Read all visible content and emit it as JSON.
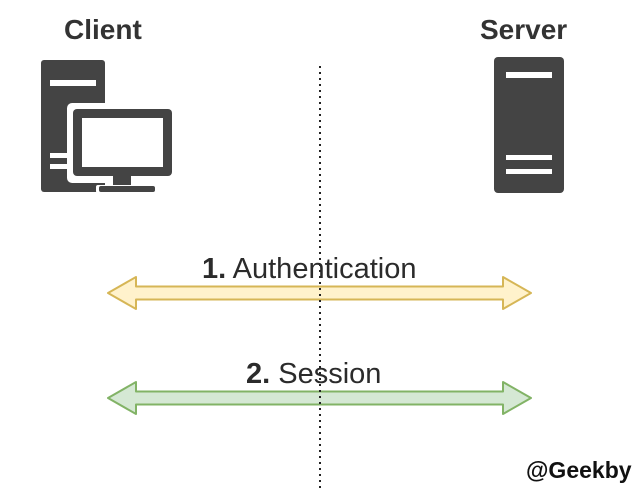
{
  "client": {
    "label": "Client",
    "icon": "desktop-computer-icon"
  },
  "server": {
    "label": "Server",
    "icon": "server-tower-icon"
  },
  "steps": [
    {
      "number": "1.",
      "text": "Authentication",
      "fill": "#fff2cc",
      "stroke": "#d6b656"
    },
    {
      "number": "2.",
      "text": "Session",
      "fill": "#d5e8d4",
      "stroke": "#82b366"
    }
  ],
  "icon_color": "#444444",
  "watermark": "@Geekby"
}
